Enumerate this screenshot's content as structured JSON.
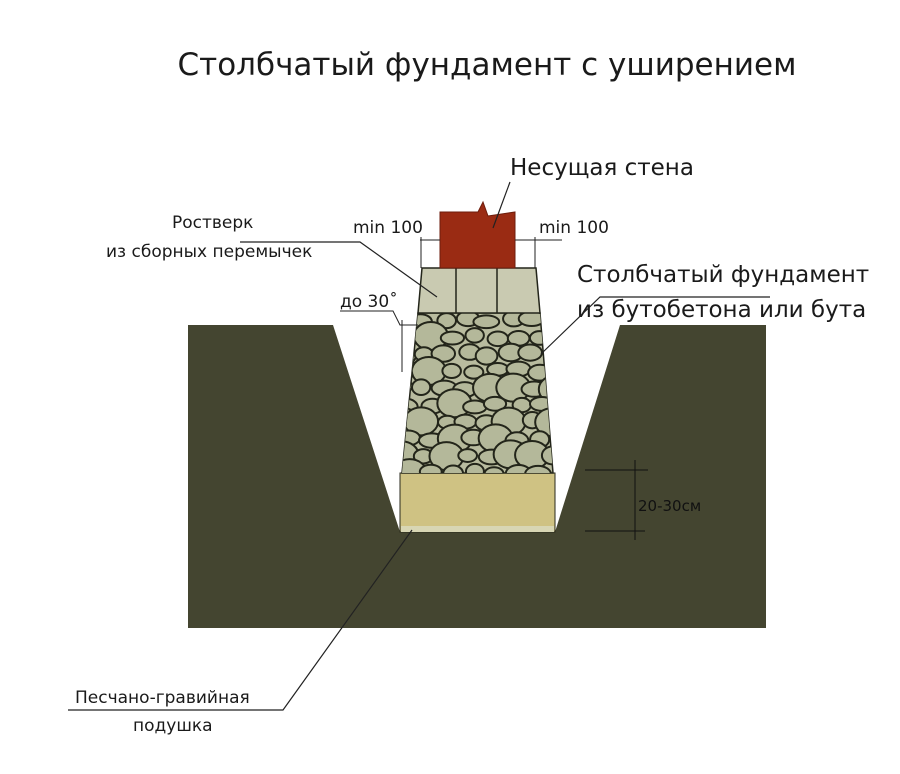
{
  "title": "Столбчатый фундамент с уширением",
  "labels": {
    "wall": "Несущая стена",
    "grillage_line1": "Ростверк",
    "grillage_line2": "из сборных перемычек",
    "min_left": "min 100",
    "min_right": "min 100",
    "angle": "до 30˚",
    "foundation_line1": "Столбчатый фундамент",
    "foundation_line2": "из бутобетона или бута",
    "cushion_height": "20-30см",
    "cushion_line1": "Песчано-гравийная",
    "cushion_line2": "подушка"
  },
  "colors": {
    "ground": "#444530",
    "sand": "#cfc283",
    "rubble": "#b9bc9f",
    "stone_outline": "#23251a",
    "grillage": "#c9cab1",
    "wall": "#9a2b13"
  }
}
